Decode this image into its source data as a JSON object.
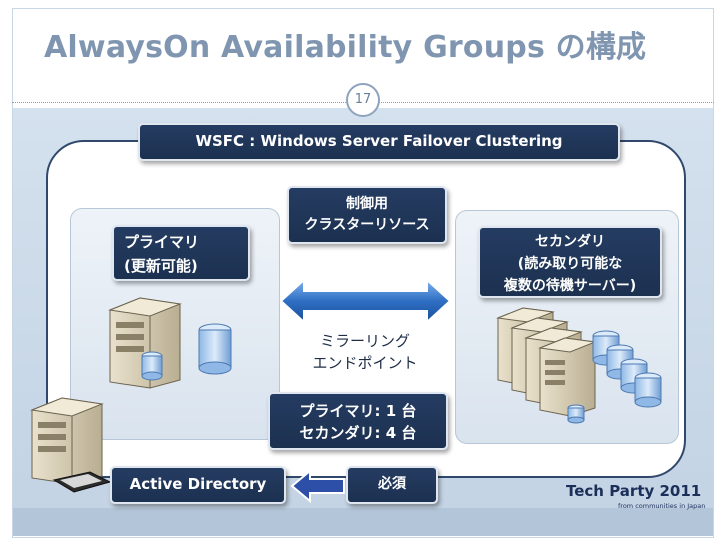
{
  "slide": {
    "title": "AlwaysOn Availability Groups の構成",
    "page_number": "17"
  },
  "wsfc": {
    "label": "WSFC : Windows Server Failover Clustering"
  },
  "control_resource": {
    "line1": "制御用",
    "line2": "クラスターリソース"
  },
  "primary": {
    "line1": "プライマリ",
    "line2": "(更新可能)"
  },
  "secondary": {
    "line1": "セカンダリ",
    "line2": "(読み取り可能な",
    "line3": "複数の待機サーバー)"
  },
  "mirroring": {
    "line1": "ミラーリング",
    "line2": "エンドポイント"
  },
  "ratio": {
    "line1": "プライマリ: 1 台",
    "line2": "セカンダリ: 4 台"
  },
  "active_directory": {
    "label": "Active Directory"
  },
  "required": {
    "label": "必須"
  },
  "logo": {
    "main": "Tech Party 2011",
    "sub": "from communities in Japan"
  },
  "colors": {
    "title": "#7f95b0",
    "navy": "#1c3150",
    "arrow": "#2f6fc4",
    "arrow_ad": "#2d4fa8"
  }
}
